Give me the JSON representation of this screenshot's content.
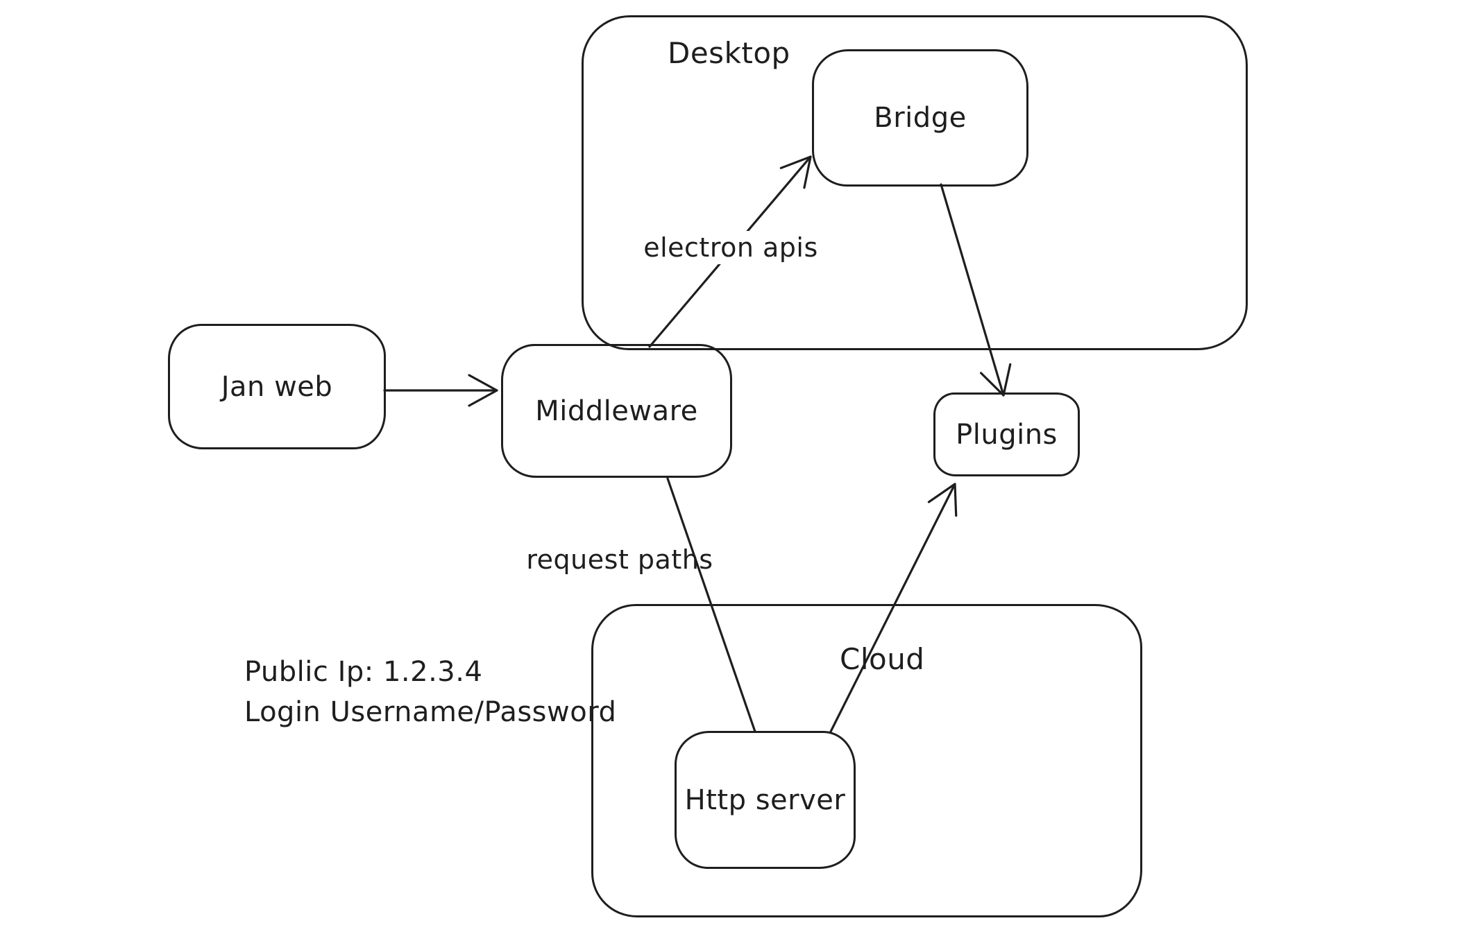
{
  "colors": {
    "stroke": "#1e1e1e",
    "background": "#ffffff"
  },
  "containers": {
    "desktop": {
      "label": "Desktop"
    },
    "cloud": {
      "label": "Cloud"
    }
  },
  "nodes": {
    "jan_web": {
      "label": "Jan web"
    },
    "middleware": {
      "label": "Middleware"
    },
    "bridge": {
      "label": "Bridge"
    },
    "plugins": {
      "label": "Plugins"
    },
    "http_server": {
      "label": "Http server"
    }
  },
  "edges": [
    {
      "id": "jan-web-to-middleware",
      "from": "jan_web",
      "to": "middleware",
      "label": "",
      "arrowhead": true
    },
    {
      "id": "middleware-to-bridge",
      "from": "middleware",
      "to": "bridge",
      "label": "electron apis",
      "arrowhead": true
    },
    {
      "id": "bridge-to-plugins",
      "from": "bridge",
      "to": "plugins",
      "label": "",
      "arrowhead": true
    },
    {
      "id": "middleware-to-http-server",
      "from": "middleware",
      "to": "http_server",
      "label": "request paths",
      "arrowhead": false
    },
    {
      "id": "http-server-to-plugins",
      "from": "http_server",
      "to": "plugins",
      "label": "",
      "arrowhead": true
    }
  ],
  "notes": {
    "public_ip": "Public Ip: 1.2.3.4",
    "login": "Login Username/Password"
  }
}
